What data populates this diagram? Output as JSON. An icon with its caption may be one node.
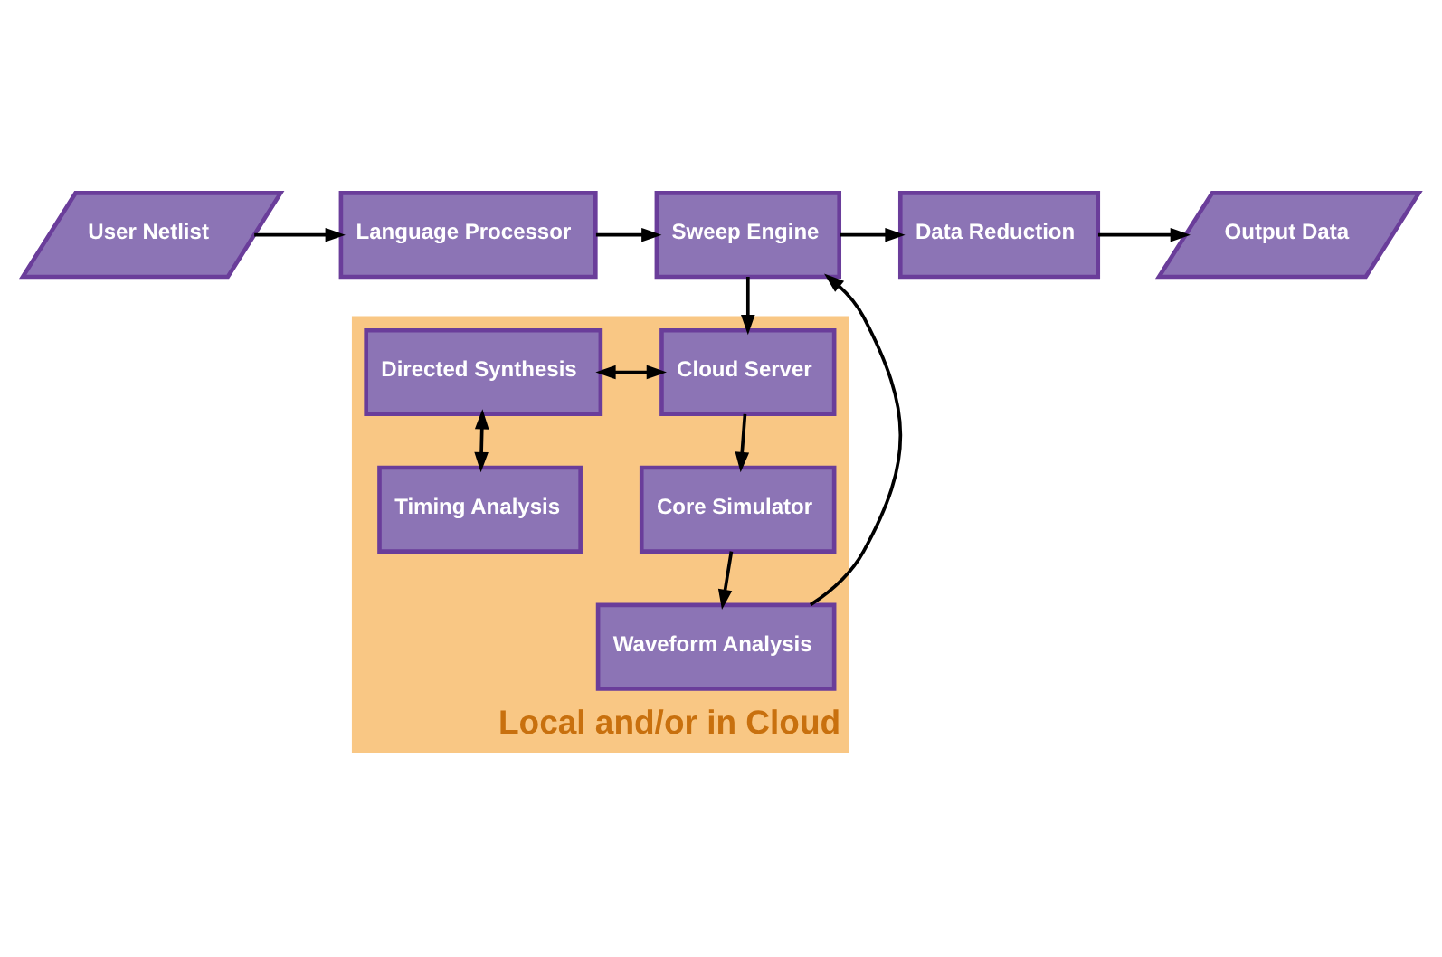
{
  "diagram": {
    "nodes": [
      {
        "text": [
          "User Netlist"
        ]
      },
      {
        "text": [
          "Language Processor"
        ]
      },
      {
        "text": [
          "Sweep Engine"
        ]
      },
      {
        "text": [
          "Data Reduction"
        ]
      },
      {
        "text": [
          "Output Data"
        ]
      },
      {
        "text": [
          "Local and/or in Cloud"
        ]
      },
      {
        "text": [
          "Directed Synthesis"
        ],
        "in": 5
      },
      {
        "text": [
          "Cloud Server"
        ],
        "in": 5
      },
      {
        "text": [
          "Timing Analysis"
        ],
        "in": 5
      },
      {
        "text": [
          "Core Simulator"
        ],
        "in": 5
      },
      {
        "text": [
          "Waveform Analysis"
        ],
        "in": 5
      }
    ],
    "edges": [
      {
        "from": 0,
        "to": 1,
        "arrow": "to"
      },
      {
        "from": 1,
        "to": 2,
        "arrow": "to"
      },
      {
        "from": 2,
        "to": 3,
        "arrow": "to"
      },
      {
        "from": 3,
        "to": 4,
        "arrow": "to"
      },
      {
        "from": 2,
        "to": 7,
        "arrow": "to"
      },
      {
        "from": 6,
        "to": 7,
        "arrow": "both"
      },
      {
        "from": 6,
        "to": 8,
        "arrow": "both"
      },
      {
        "from": 7,
        "to": 9,
        "arrow": "to"
      },
      {
        "from": 9,
        "to": 10,
        "arrow": "to"
      },
      {
        "from": 10,
        "to": 2,
        "arrow": "to"
      }
    ]
  }
}
